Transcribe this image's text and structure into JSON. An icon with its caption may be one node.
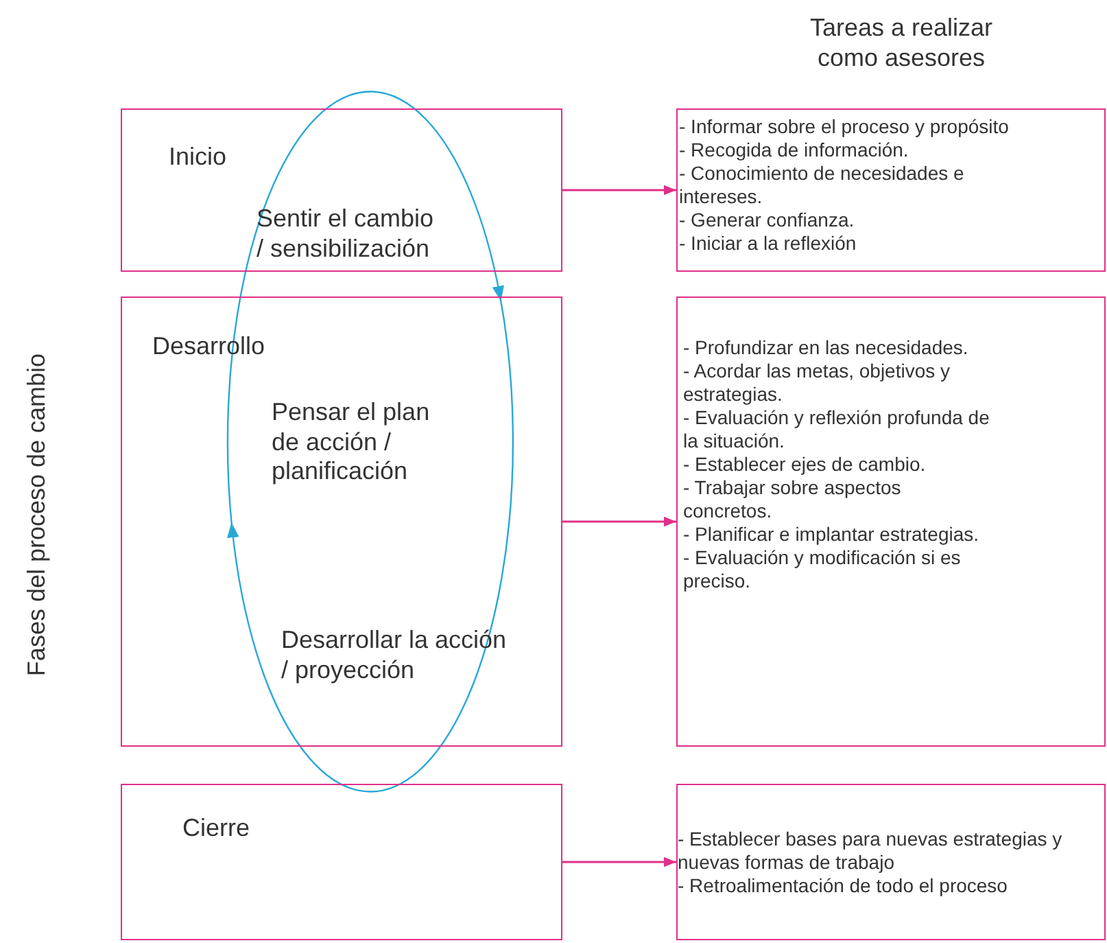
{
  "diagram": {
    "nodes": [
      {
        "text": [
          "Inicio"
        ]
      },
      {
        "text": [
          "Desarrollo"
        ]
      },
      {
        "text": [
          "Cierre"
        ]
      },
      {
        "text": [
          "- Informar sobre el proceso y propósito",
          "- Recogida de información.",
          "- Conocimiento de necesidades e intereses.",
          "- Generar confianza.",
          "- Iniciar a la reflexión"
        ]
      },
      {
        "text": [
          "- Profundizar en las necesidades.",
          "- Acordar las metas, objetivos y estrategias.",
          "- Evaluación y reflexión profunda de la situación.",
          "- Establecer ejes de cambio.",
          "- Trabajar sobre aspectos concretos.",
          "- Planificar e implantar estrategias.",
          "- Evaluación y modificación si es preciso."
        ]
      },
      {
        "text": [
          "- Establecer bases para nuevas estrategias y nuevas formas de trabajo",
          "- Retroalimentación de todo el proceso"
        ]
      }
    ],
    "edges": [
      {
        "from": 0,
        "to": 3,
        "arrow": "to"
      },
      {
        "from": 1,
        "to": 4,
        "arrow": "to"
      },
      {
        "from": 2,
        "to": 5,
        "arrow": "to"
      }
    ],
    "labels": [
      "Tareas a realizar como asesores",
      "Fases del proceso de cambio",
      "Sentir el cambio / sensibilización",
      "Pensar el plan de acción / planificación",
      "Desarrollar la acción / proyección"
    ]
  }
}
